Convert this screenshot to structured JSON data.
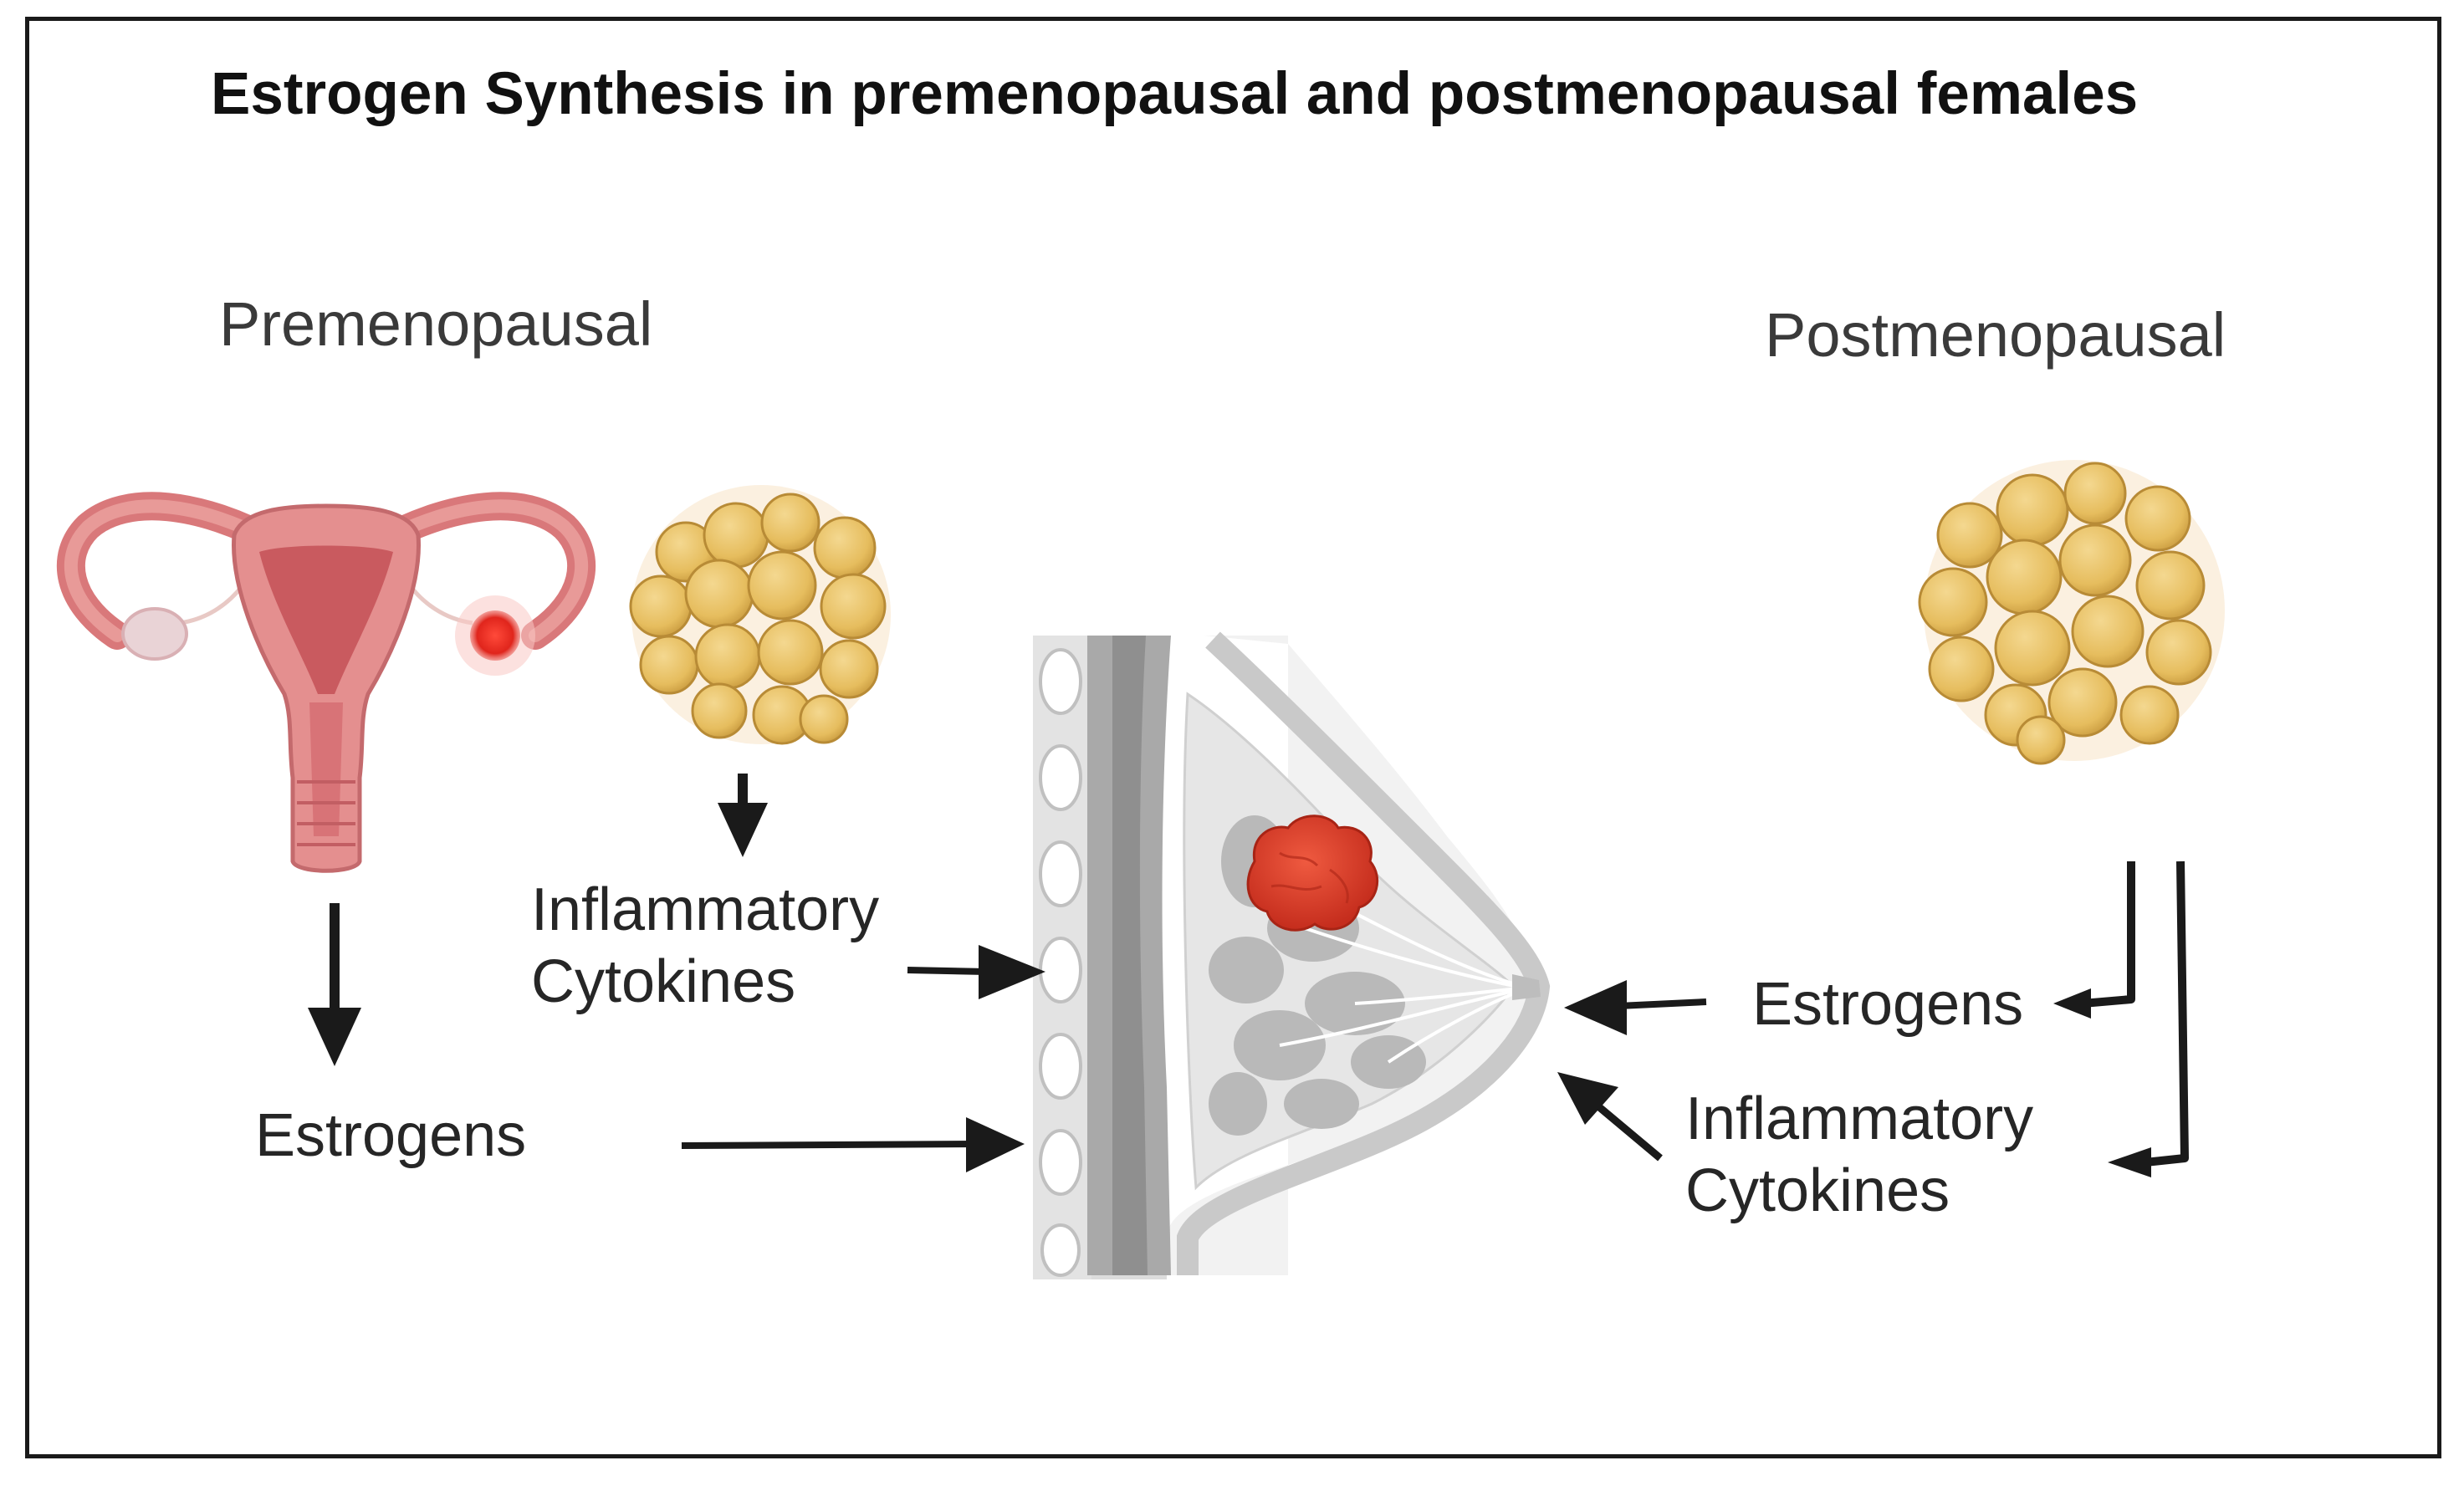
{
  "title": "Estrogen Synthesis in premenopausal and postmenopausal females",
  "premenopausal": {
    "heading": "Premenopausal",
    "cytokines_line1": "Inflammatory",
    "cytokines_line2": "Cytokines",
    "estrogens": "Estrogens",
    "icons": [
      "uterus-ovaries-icon",
      "adipose-tissue-icon"
    ]
  },
  "postmenopausal": {
    "heading": "Postmenopausal",
    "estrogens": "Estrogens",
    "cytokines_line1": "Inflammatory",
    "cytokines_line2": "Cytokines",
    "icons": [
      "adipose-tissue-icon"
    ]
  },
  "center": {
    "icons": [
      "breast-cross-section-icon",
      "tumor-icon"
    ]
  },
  "colors": {
    "uterus": "#d9787a",
    "fat": "#e8c06a",
    "tumor": "#d63a2a",
    "breast_tissue": "#cfcfcf",
    "arrow": "#1a1a1a"
  }
}
